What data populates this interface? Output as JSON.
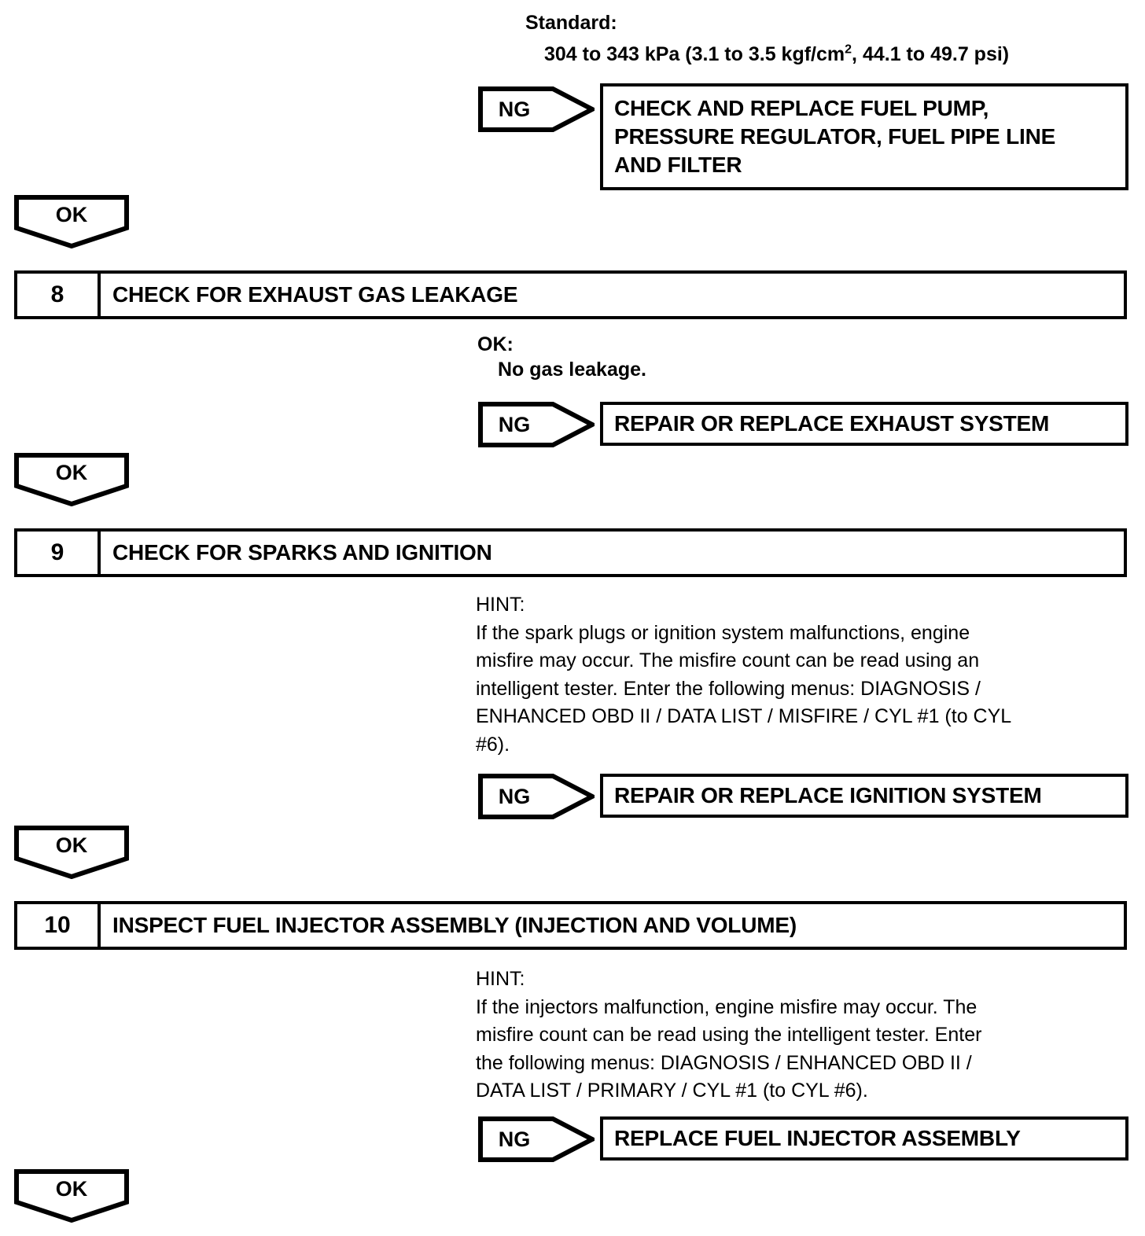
{
  "document": {
    "type": "diagnostic-flowchart",
    "title": "Engine Misfire Diagnostic Procedure"
  },
  "spec": {
    "label": "Standard:",
    "value_prefix": "304 to 343 kPa (3.1 to 3.5 kgf/cm",
    "value_sup": "2",
    "value_suffix": ", 44.1 to 49.7 psi)"
  },
  "labels": {
    "ok": "OK",
    "ng": "NG"
  },
  "results": {
    "fuel_pump": {
      "line1": "CHECK AND REPLACE FUEL PUMP,",
      "line2": "PRESSURE REGULATOR, FUEL PIPE LINE",
      "line3": "AND FILTER"
    },
    "exhaust": {
      "line1": "REPAIR OR REPLACE EXHAUST SYSTEM"
    },
    "ignition": {
      "line1": "REPAIR OR REPLACE IGNITION SYSTEM"
    },
    "injector": {
      "line1": "REPLACE FUEL INJECTOR ASSEMBLY"
    }
  },
  "steps": [
    {
      "number": "8",
      "title": "CHECK FOR EXHAUST GAS LEAKAGE"
    },
    {
      "number": "9",
      "title": "CHECK FOR SPARKS AND IGNITION"
    },
    {
      "number": "10",
      "title": "INSPECT FUEL INJECTOR ASSEMBLY (INJECTION AND VOLUME)"
    }
  ],
  "criteria": {
    "step8": {
      "label": "OK:",
      "value": "No gas leakage."
    }
  },
  "hints": {
    "step9": {
      "label": "HINT:",
      "line1": "If the spark plugs or ignition system malfunctions, engine",
      "line2": "misfire may occur. The misfire count can be read using an",
      "line3": "intelligent tester. Enter the following menus: DIAGNOSIS /",
      "line4": "ENHANCED OBD II / DATA LIST / MISFIRE / CYL #1 (to CYL",
      "line5": "#6)."
    },
    "step10": {
      "label": "HINT:",
      "line1": "If the injectors malfunction, engine misfire may occur. The",
      "line2": "misfire count can be read using the intelligent tester. Enter",
      "line3": "the following menus: DIAGNOSIS / ENHANCED OBD II /",
      "line4": "DATA LIST / PRIMARY / CYL #1 (to CYL #6)."
    }
  },
  "colors": {
    "stroke": "#000000",
    "background": "#ffffff"
  }
}
